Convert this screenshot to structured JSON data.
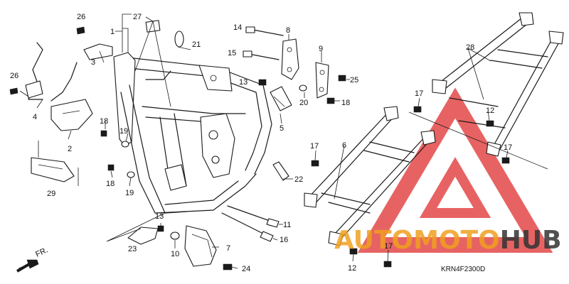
{
  "diagram": {
    "code": "KRN4F2300D",
    "direction": "FR.",
    "labels": [
      {
        "id": "1",
        "text": "1"
      },
      {
        "id": "2",
        "text": "2"
      },
      {
        "id": "3",
        "text": "3"
      },
      {
        "id": "4",
        "text": "4"
      },
      {
        "id": "5",
        "text": "5"
      },
      {
        "id": "6",
        "text": "6"
      },
      {
        "id": "7",
        "text": "7"
      },
      {
        "id": "8",
        "text": "8"
      },
      {
        "id": "9",
        "text": "9"
      },
      {
        "id": "10",
        "text": "10"
      },
      {
        "id": "11",
        "text": "11"
      },
      {
        "id": "12a",
        "text": "12"
      },
      {
        "id": "12b",
        "text": "12"
      },
      {
        "id": "13a",
        "text": "13"
      },
      {
        "id": "13b",
        "text": "13"
      },
      {
        "id": "14",
        "text": "14"
      },
      {
        "id": "15",
        "text": "15"
      },
      {
        "id": "16",
        "text": "16"
      },
      {
        "id": "17a",
        "text": "17"
      },
      {
        "id": "17b",
        "text": "17"
      },
      {
        "id": "17c",
        "text": "17"
      },
      {
        "id": "17d",
        "text": "17"
      },
      {
        "id": "18a",
        "text": "18"
      },
      {
        "id": "18b",
        "text": "18"
      },
      {
        "id": "18c",
        "text": "18"
      },
      {
        "id": "19a",
        "text": "19"
      },
      {
        "id": "19b",
        "text": "19"
      },
      {
        "id": "20",
        "text": "20"
      },
      {
        "id": "21",
        "text": "21"
      },
      {
        "id": "22",
        "text": "22"
      },
      {
        "id": "23",
        "text": "23"
      },
      {
        "id": "24",
        "text": "24"
      },
      {
        "id": "25",
        "text": "25"
      },
      {
        "id": "26a",
        "text": "26"
      },
      {
        "id": "26b",
        "text": "26"
      },
      {
        "id": "27",
        "text": "27"
      },
      {
        "id": "28",
        "text": "28"
      },
      {
        "id": "29",
        "text": "29"
      }
    ]
  },
  "watermark": {
    "brand_part1": "AUTOMOTO",
    "brand_part2": "HUB",
    "color_primary": "#e03030",
    "color_secondary": "#f0a020",
    "color_dark": "#333333"
  }
}
